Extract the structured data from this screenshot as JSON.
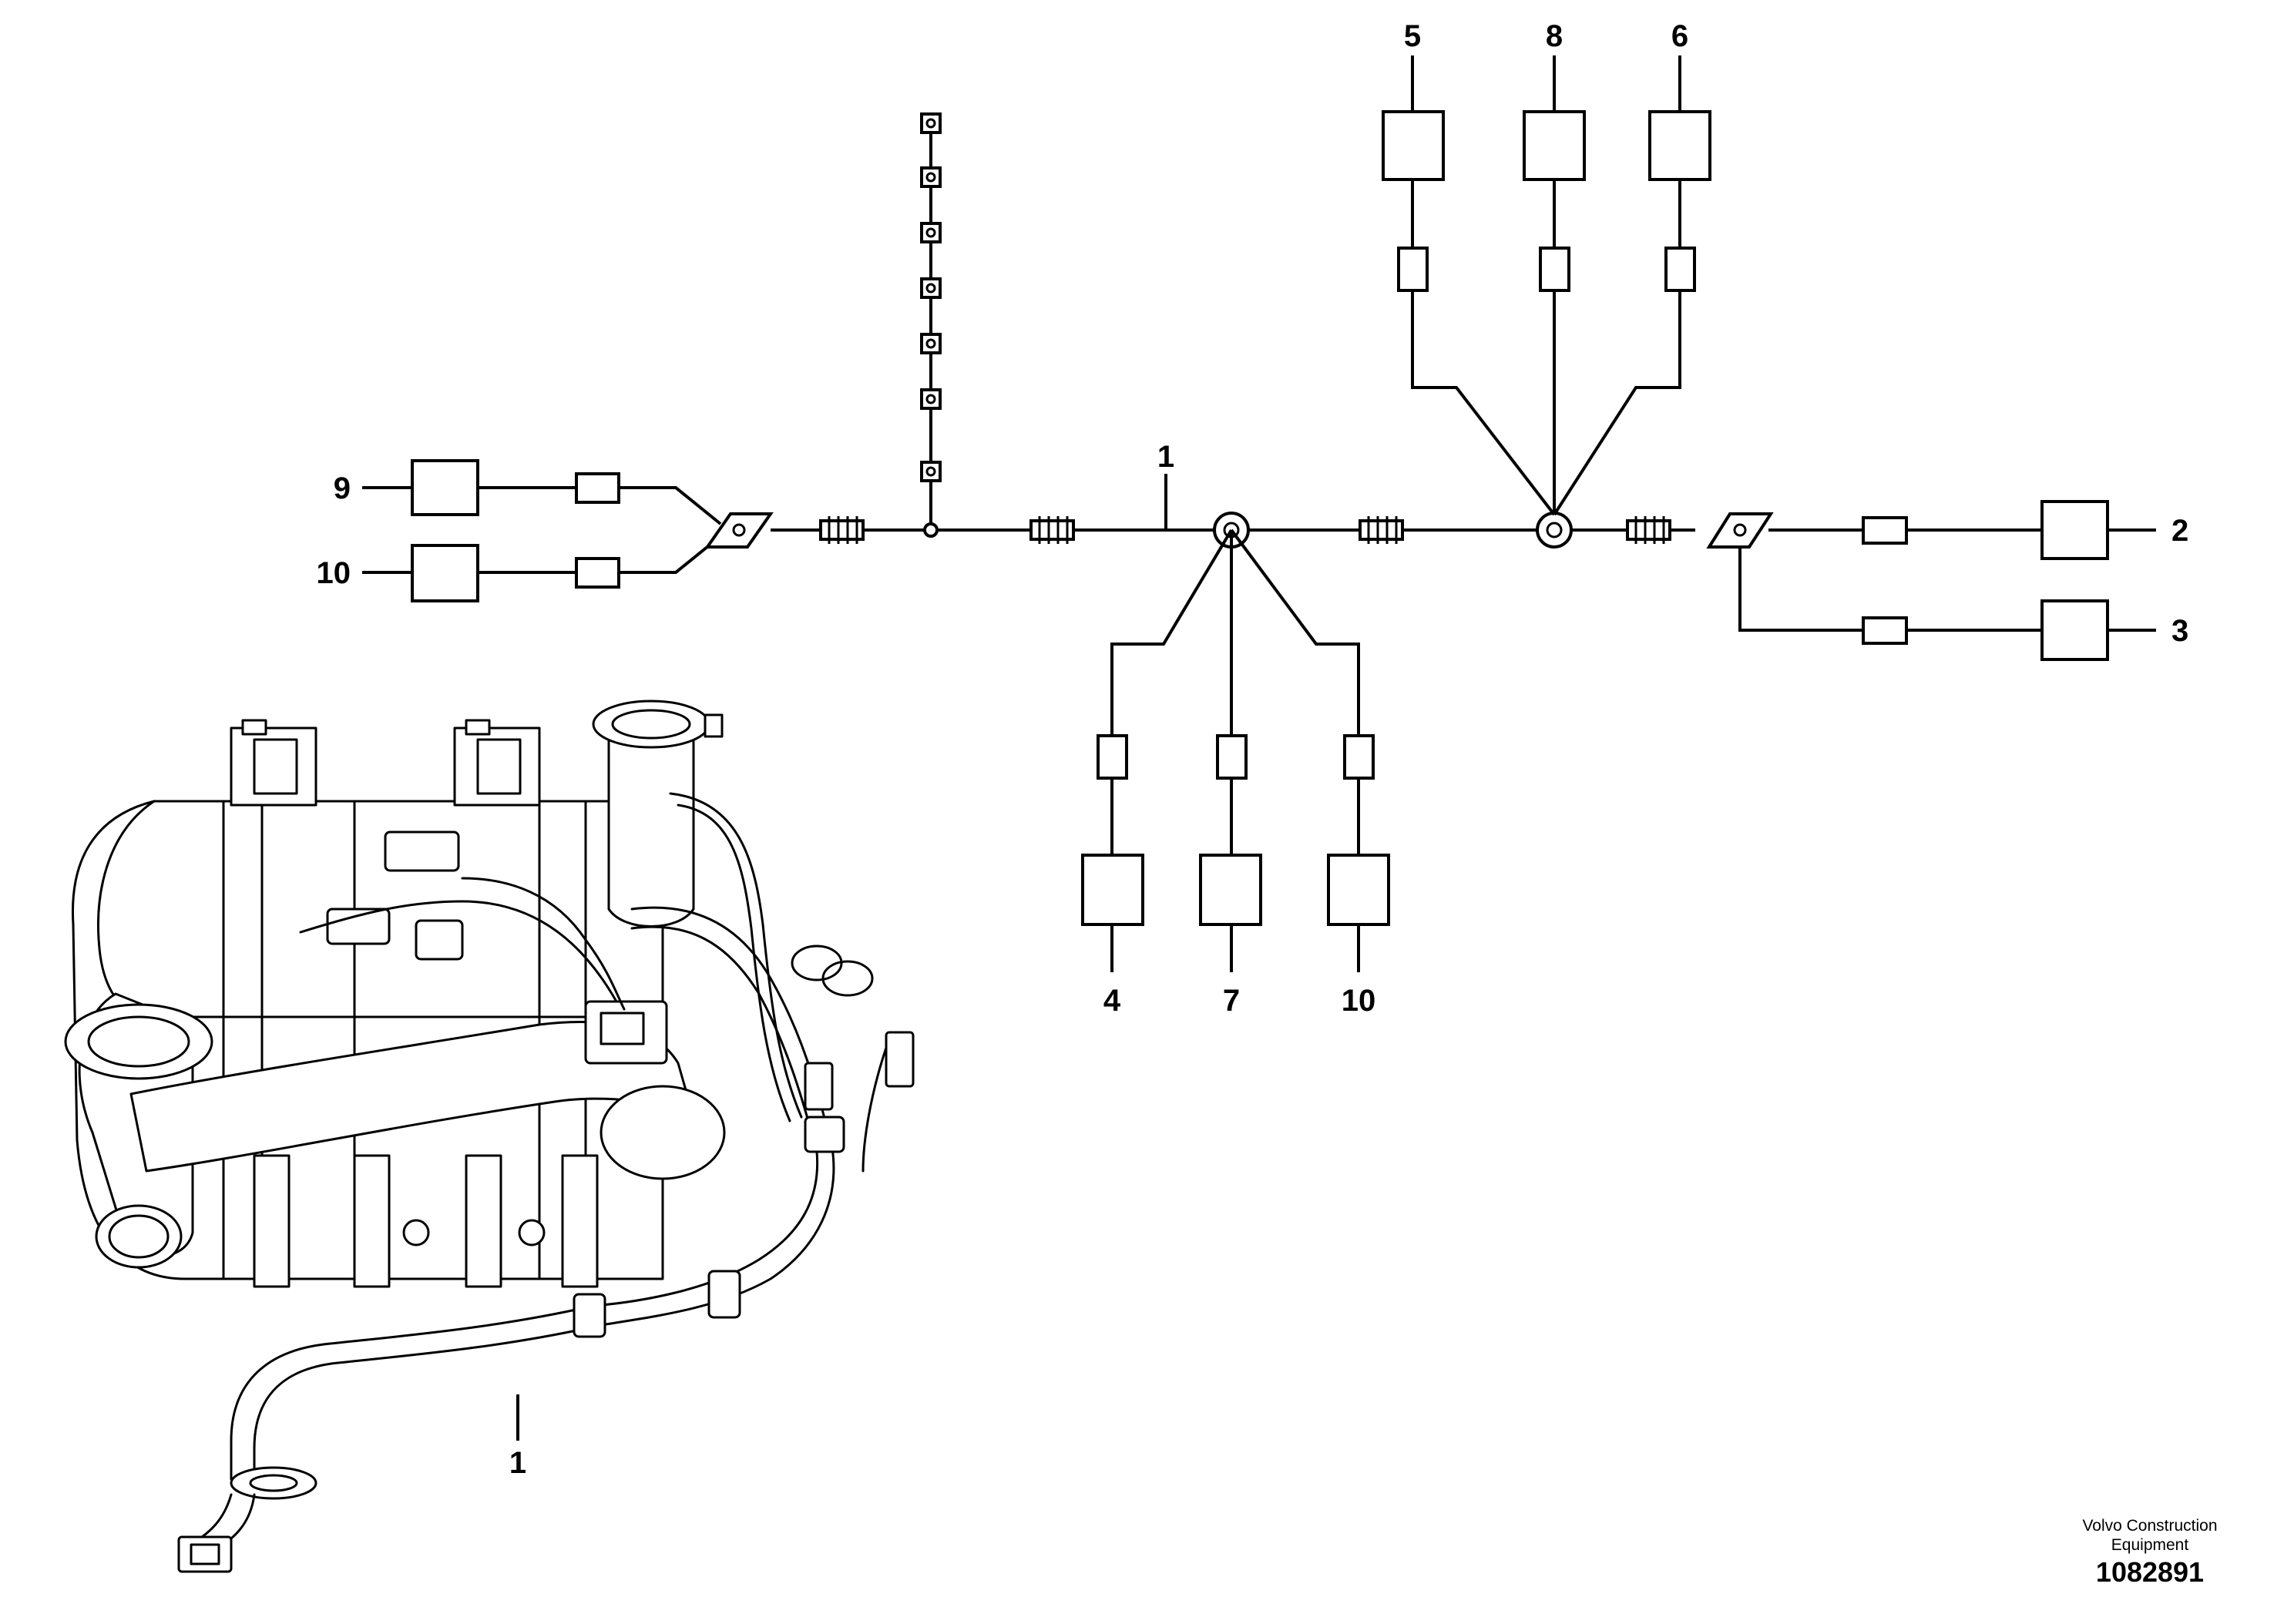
{
  "callouts": {
    "c1_top": "1",
    "c2": "2",
    "c3": "3",
    "c4": "4",
    "c5": "5",
    "c6": "6",
    "c7": "7",
    "c8": "8",
    "c9": "9",
    "c10_left": "10",
    "c10_bottom": "10",
    "c1_bottom": "1"
  },
  "footer": {
    "company_line1": "Volvo Construction",
    "company_line2": "Equipment",
    "drawing_number": "1082891"
  }
}
